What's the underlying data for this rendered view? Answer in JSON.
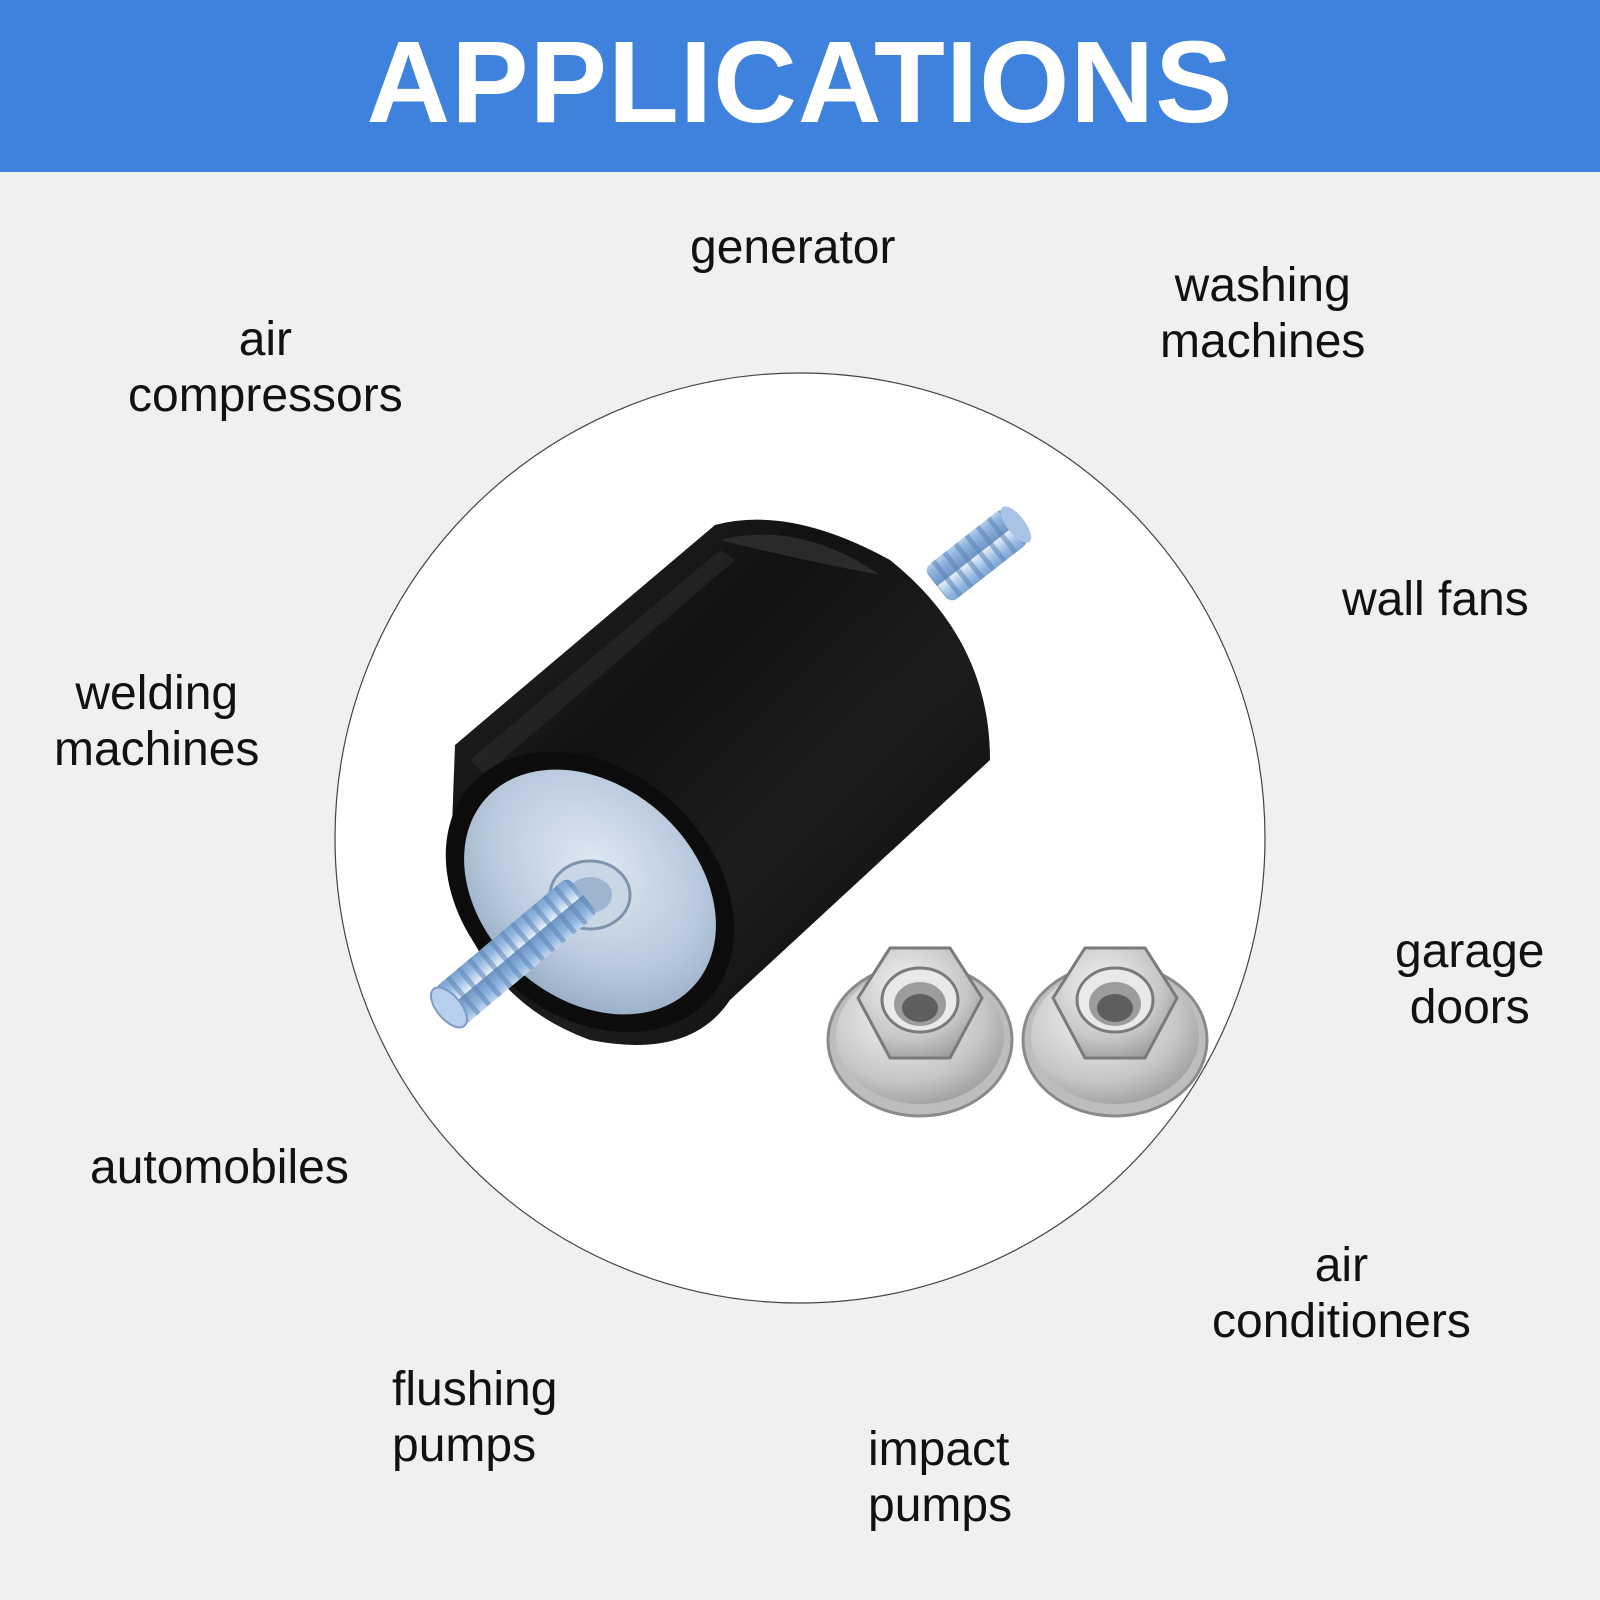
{
  "banner": {
    "title": "APPLICATIONS",
    "color": "#3f82de"
  },
  "background_color": "#f0f0f0",
  "product": {
    "image_description_icon": "rubber-mount-with-flange-nuts"
  },
  "applications": {
    "generator": [
      "generator"
    ],
    "washing_machines": [
      "washing",
      "machines"
    ],
    "air_compressors": [
      "air",
      "compressors"
    ],
    "wall_fans": [
      "wall fans"
    ],
    "welding_machines": [
      "welding",
      "machines"
    ],
    "garage_doors": [
      "garage",
      "doors"
    ],
    "automobiles": [
      "automobiles"
    ],
    "air_conditioners": [
      "air",
      "conditioners"
    ],
    "flushing_pumps": [
      "flushing",
      "pumps"
    ],
    "impact_pumps": [
      "impact",
      "pumps"
    ]
  }
}
